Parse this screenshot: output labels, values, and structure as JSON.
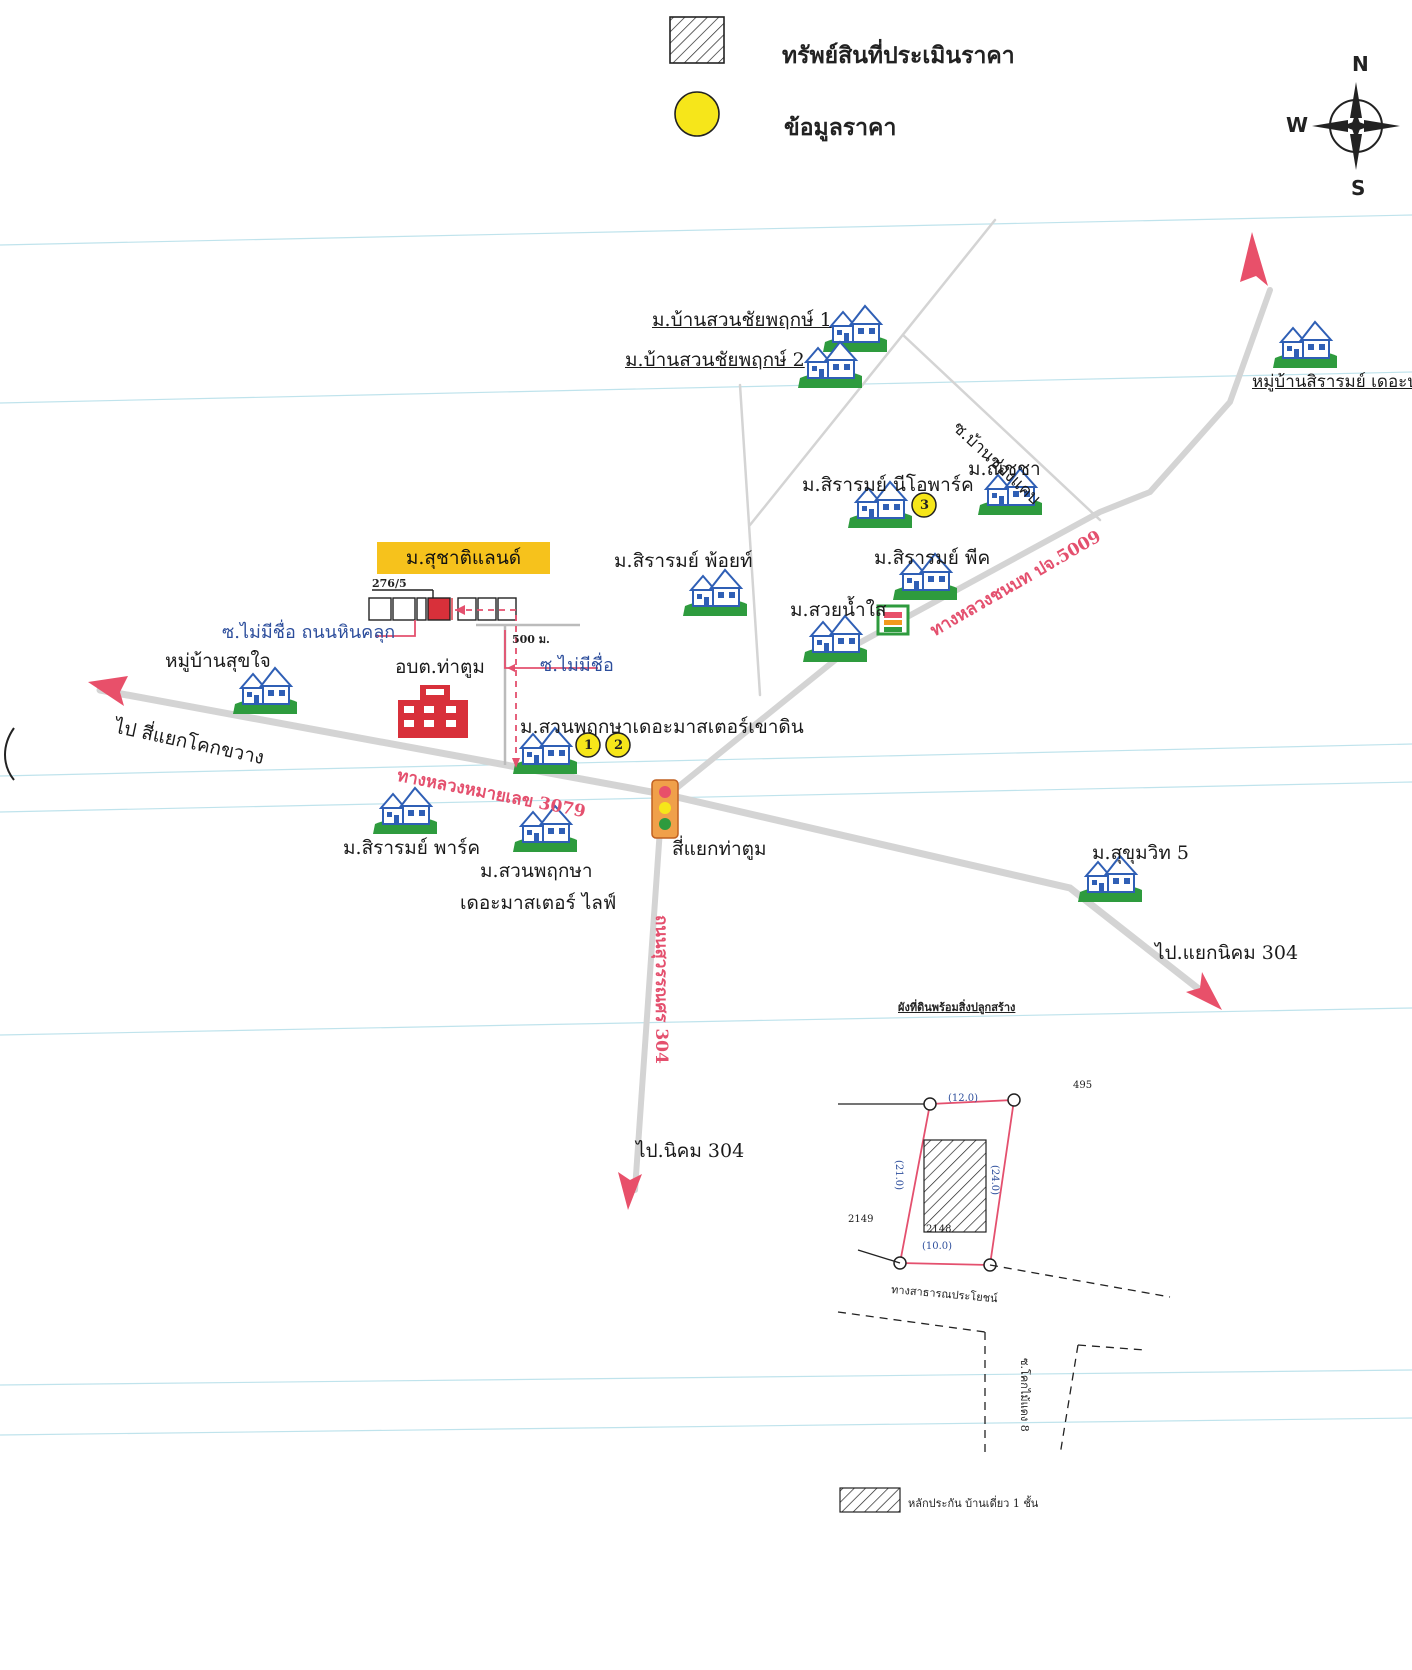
{
  "legend": {
    "appraised_property": "ทรัพย์สินที่ประเมินราคา",
    "price_data": "ข้อมูลราคา"
  },
  "compass": {
    "n": "N",
    "w": "W",
    "s": "S"
  },
  "places": {
    "ban_suan_chaiyaphruek_1": "ม.บ้านสวนชัยพฤกษ์ 1",
    "ban_suan_chaiyaphruek_2": "ม.บ้านสวนชัยพฤกษ์ 2",
    "moo_ban_siriram_the_park": "หมู่บ้านสิรารมย์ เดอะบลิ",
    "siriram_neo_park": "ม.สิรารมย์ นีโอพาร์ค",
    "natcha": "ม.ณัชชา",
    "siriram_peak": "ม.สิรารมย์ พีค",
    "suay_nam_sai": "ม.สวยน้ำใส",
    "siriram_point": "ม.สิรารมย์ พ้อยท์",
    "suchart_land": "ม.สุชาติแลนด์",
    "moo_ban_suk_jai": "หมู่บ้านสุขใจ",
    "obt_tha_tum": "อบต.ท่าตูม",
    "suan_phruksa_master_khao_din": "ม.สวนพฤกษาเดอะมาสเตอร์เขาดิน",
    "siriram_park": "ม.สิรารมย์ พาร์ค",
    "suan_phruksa_line1": "ม.สวนพฤกษา",
    "suan_phruksa_line2": "เดอะมาสเตอร์ ไลฟ์",
    "sukhumvit_5": "ม.สุขุมวิท 5",
    "tha_tum_intersection": "สี่แยกท่าตูม"
  },
  "roads": {
    "soi_ban_chong_khaep": "ซ.บ้านช่องแคบ",
    "rural_road_pj5009": "ทางหลวงชนบท ปจ.5009",
    "soi_no_name_hin_klook": "ซ.ไม่มีชื่อ ถนนหินคลุก",
    "soi_no_name": "ซ.ไม่มีชื่อ",
    "distance_500m": "500 ม.",
    "house_no": "276/5",
    "highway_3079": "ทางหลวงหมายเลข 3079",
    "to_kok_khwang": "ไป สี่แยกโคกขวาง",
    "road_304": "ถนนสุวรรณศร 304",
    "to_nikom_304": "ไป.นิคม 304",
    "to_yaek_nikom_304": "ไป.แยกนิคม 304"
  },
  "price_points": [
    "1",
    "2",
    "3"
  ],
  "plot": {
    "title": "ผังที่ดินพร้อมสิ่งปลูกสร้าง",
    "parcel_no": "2148",
    "neighbor_left": "2149",
    "neighbor_top": "495",
    "top_width": "(12.0)",
    "bottom_width": "(10.0)",
    "left_depth": "(21.0)",
    "right_depth": "(24.0)",
    "public_way": "ทางสาธารณประโยชน์",
    "soi_khok_mai_daeng": "ซ.โคกไม้แดง 8",
    "legend": "หลักประกัน บ้านเดี่ยว 1 ชั้น"
  },
  "colors": {
    "road": "#d4d4d4",
    "arrow": "#e8506a",
    "label_red": "#e4506e",
    "label_blue": "#2d4e9c",
    "yellow": "#f6e61a",
    "building": "#d8303a",
    "house_green": "#2e9b3e",
    "house_blue": "#2f5fb5"
  }
}
